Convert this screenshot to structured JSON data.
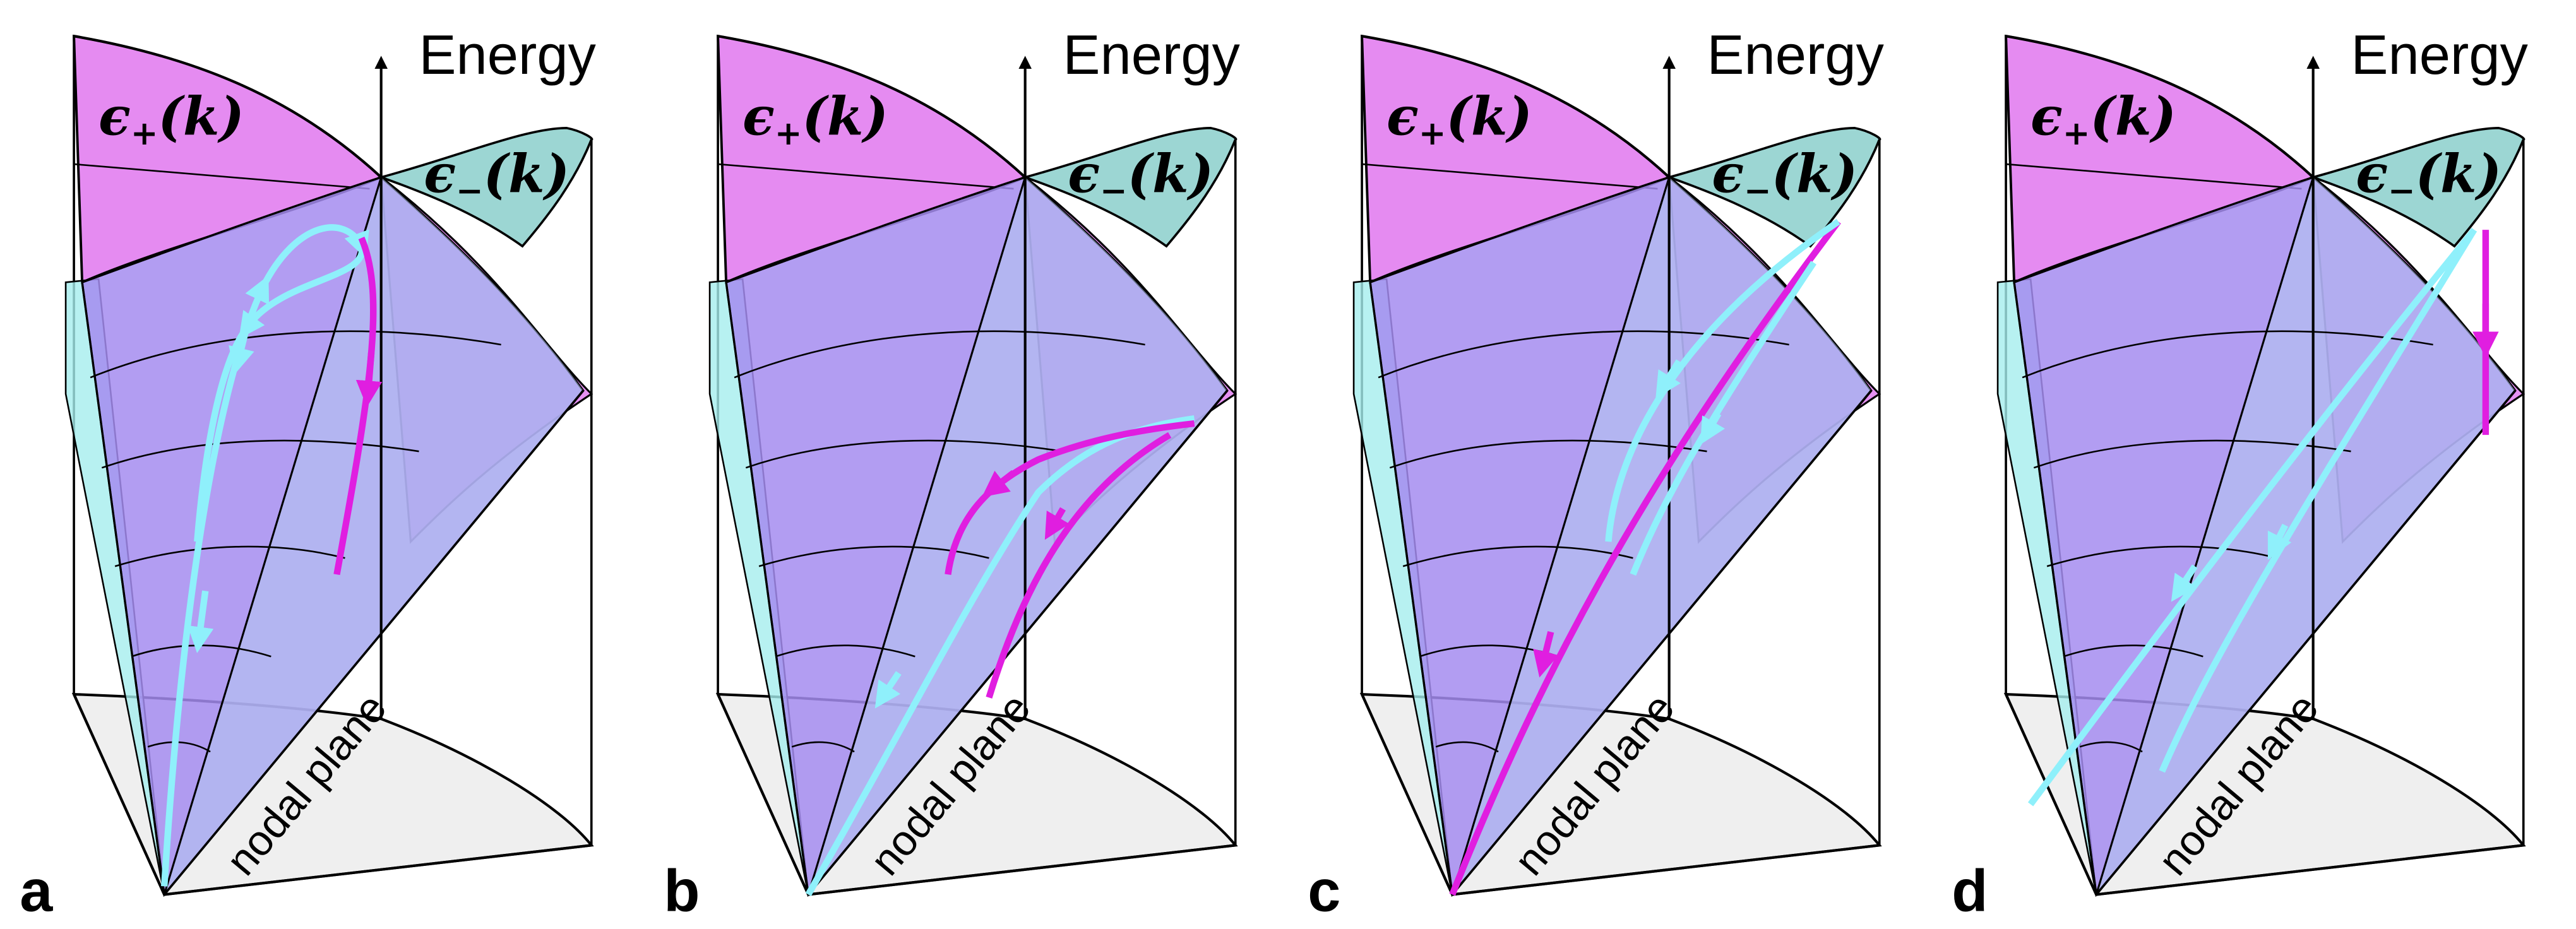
{
  "panels": [
    {
      "letter": "a",
      "axis_label": "Energy",
      "upper_band_label": "ϵ",
      "upper_band_sub": "+",
      "lower_band_label": "ϵ",
      "lower_band_sub": "−",
      "band_arg": "(k)",
      "plane_label": "nodal plane"
    },
    {
      "letter": "b",
      "axis_label": "Energy",
      "upper_band_label": "ϵ",
      "upper_band_sub": "+",
      "lower_band_label": "ϵ",
      "lower_band_sub": "−",
      "band_arg": "(k)",
      "plane_label": "nodal plane"
    },
    {
      "letter": "c",
      "axis_label": "Energy",
      "upper_band_label": "ϵ",
      "upper_band_sub": "+",
      "lower_band_label": "ϵ",
      "lower_band_sub": "−",
      "band_arg": "(k)",
      "plane_label": "nodal plane"
    },
    {
      "letter": "d",
      "axis_label": "Energy",
      "upper_band_label": "ϵ",
      "upper_band_sub": "+",
      "lower_band_label": "ϵ",
      "lower_band_sub": "−",
      "band_arg": "(k)",
      "plane_label": "nodal plane"
    }
  ],
  "colors": {
    "upper_band": "#e27ef0",
    "lower_band": "#9cd6d3",
    "cone_fill": "#a58cf0",
    "trajectory_cyan": "#8ff0fb",
    "trajectory_magenta": "#e01ee0",
    "floor": "#efefef"
  }
}
